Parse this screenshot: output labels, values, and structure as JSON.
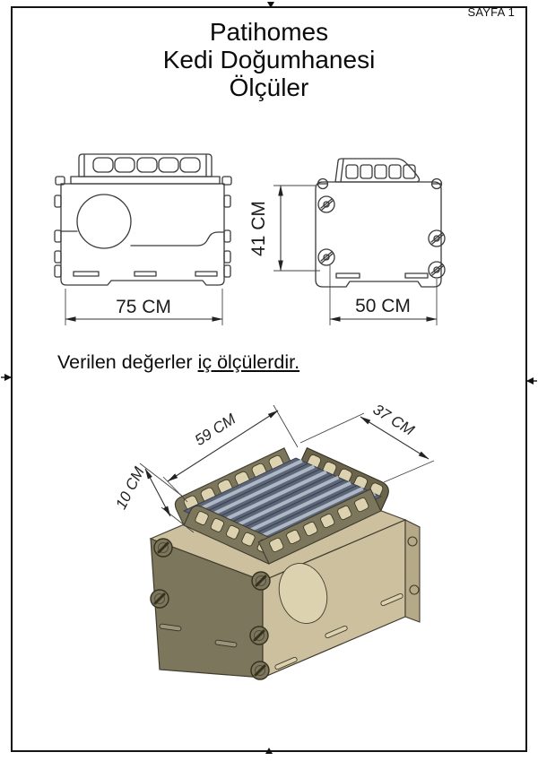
{
  "sheet": {
    "label": "SAYFA 1",
    "title_line1": "Patihomes",
    "title_line2": "Kedi Doğumhanesi",
    "title_line3": "Ölçüler",
    "note_prefix": "Verilen değerler ",
    "note_underlined": "iç ölçülerdir."
  },
  "dimensions": {
    "front_width": "75 CM",
    "front_height": "41 CM",
    "side_width": "50 CM",
    "iso_length": "59 CM",
    "iso_width": "37 CM",
    "iso_fence_height": "10 CM"
  },
  "colors": {
    "line": "#3a3a3a",
    "border": "#141414",
    "tan": "#cdc09f",
    "tan_light": "#ddd2b0",
    "tan_dark": "#b6a987",
    "olive": "#7c765c",
    "olive_dark": "#6a644c",
    "roller": "#5c6678",
    "roller_dark": "#39414e",
    "roller_highlight": "#bdc7d3"
  }
}
